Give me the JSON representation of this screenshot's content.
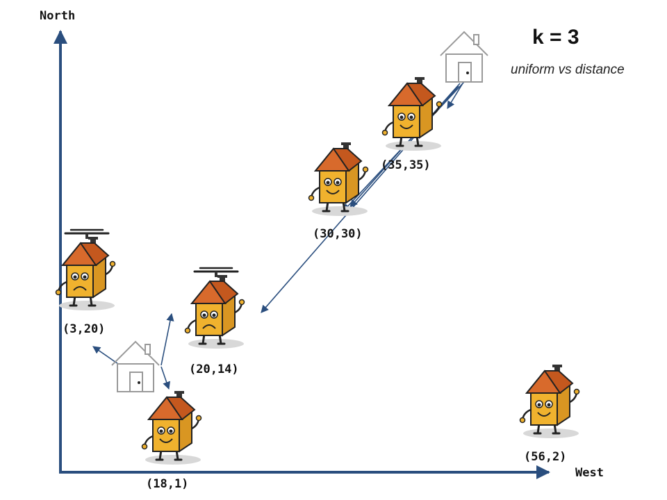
{
  "axes": {
    "y_label": "North",
    "x_label": "West"
  },
  "header": {
    "title": "k = 3",
    "subtitle": "uniform vs distance"
  },
  "houses": [
    {
      "id": "house-3-20",
      "label": "(3,20)",
      "mood": "sad",
      "propeller": true
    },
    {
      "id": "house-20-14",
      "label": "(20,14)",
      "mood": "sad",
      "propeller": true
    },
    {
      "id": "house-18-1",
      "label": "(18,1)",
      "mood": "happy",
      "propeller": false
    },
    {
      "id": "house-30-30",
      "label": "(30,30)",
      "mood": "happy",
      "propeller": false
    },
    {
      "id": "house-35-35",
      "label": "(35,35)",
      "mood": "happy",
      "propeller": false
    },
    {
      "id": "house-56-2",
      "label": "(56,2)",
      "mood": "happy",
      "propeller": false
    }
  ],
  "query_houses": [
    {
      "id": "query-house-lower",
      "color": "outline"
    },
    {
      "id": "query-house-upper",
      "color": "outline"
    }
  ],
  "colors": {
    "axis": "#2a4e7e",
    "arrow": "#2a4e7e",
    "roof": "#c4581e",
    "wall": "#f0b22e",
    "wall_side": "#d99622"
  }
}
